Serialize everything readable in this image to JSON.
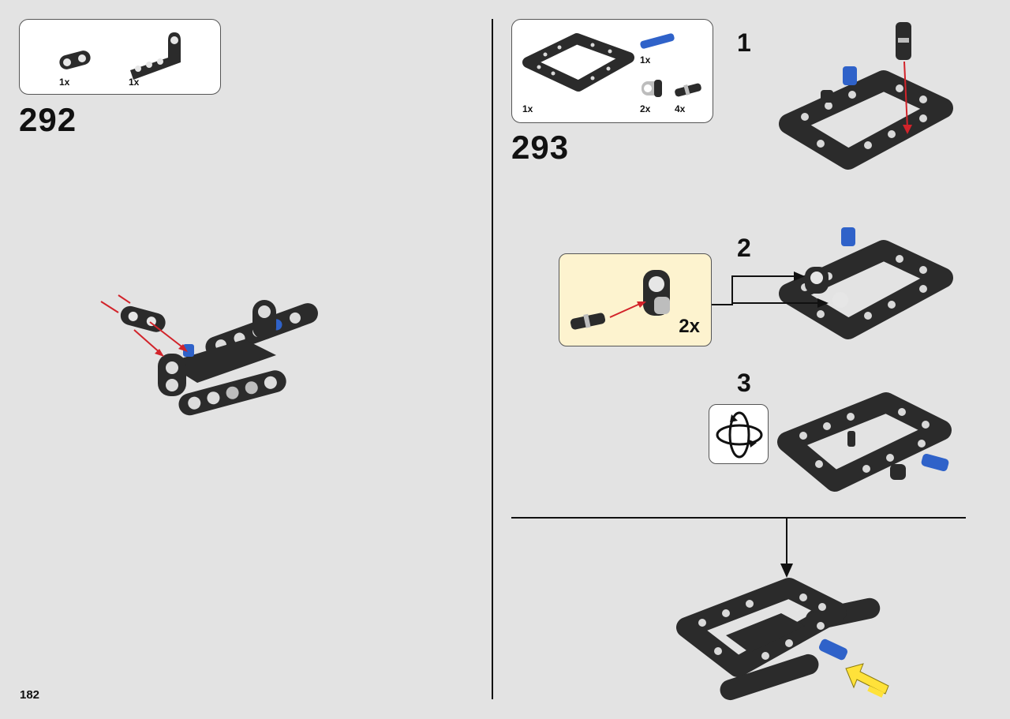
{
  "page_number": "182",
  "step_292": {
    "number": "292",
    "parts": [
      {
        "qty": "1x",
        "icon": "short-beam-part-icon"
      },
      {
        "qty": "1x",
        "icon": "bent-beam-part-icon"
      }
    ]
  },
  "step_293": {
    "number": "293",
    "parts": [
      {
        "qty": "1x",
        "icon": "frame-part-icon"
      },
      {
        "qty": "1x",
        "icon": "blue-pin-part-icon"
      },
      {
        "qty": "2x",
        "icon": "connector-part-icon"
      },
      {
        "qty": "4x",
        "icon": "black-pin-part-icon"
      }
    ],
    "substeps": [
      {
        "number": "1"
      },
      {
        "number": "2",
        "callout_qty": "2x"
      },
      {
        "number": "3"
      }
    ]
  },
  "colors": {
    "background": "#e3e3e3",
    "lego_black": "#2b2b2b",
    "lego_grey": "#d9d9d9",
    "pin_blue": "#2f62c9",
    "arrow_red": "#d2232a",
    "arrow_yellow": "#ffe23a",
    "callout_bg": "#fdf3cf"
  }
}
